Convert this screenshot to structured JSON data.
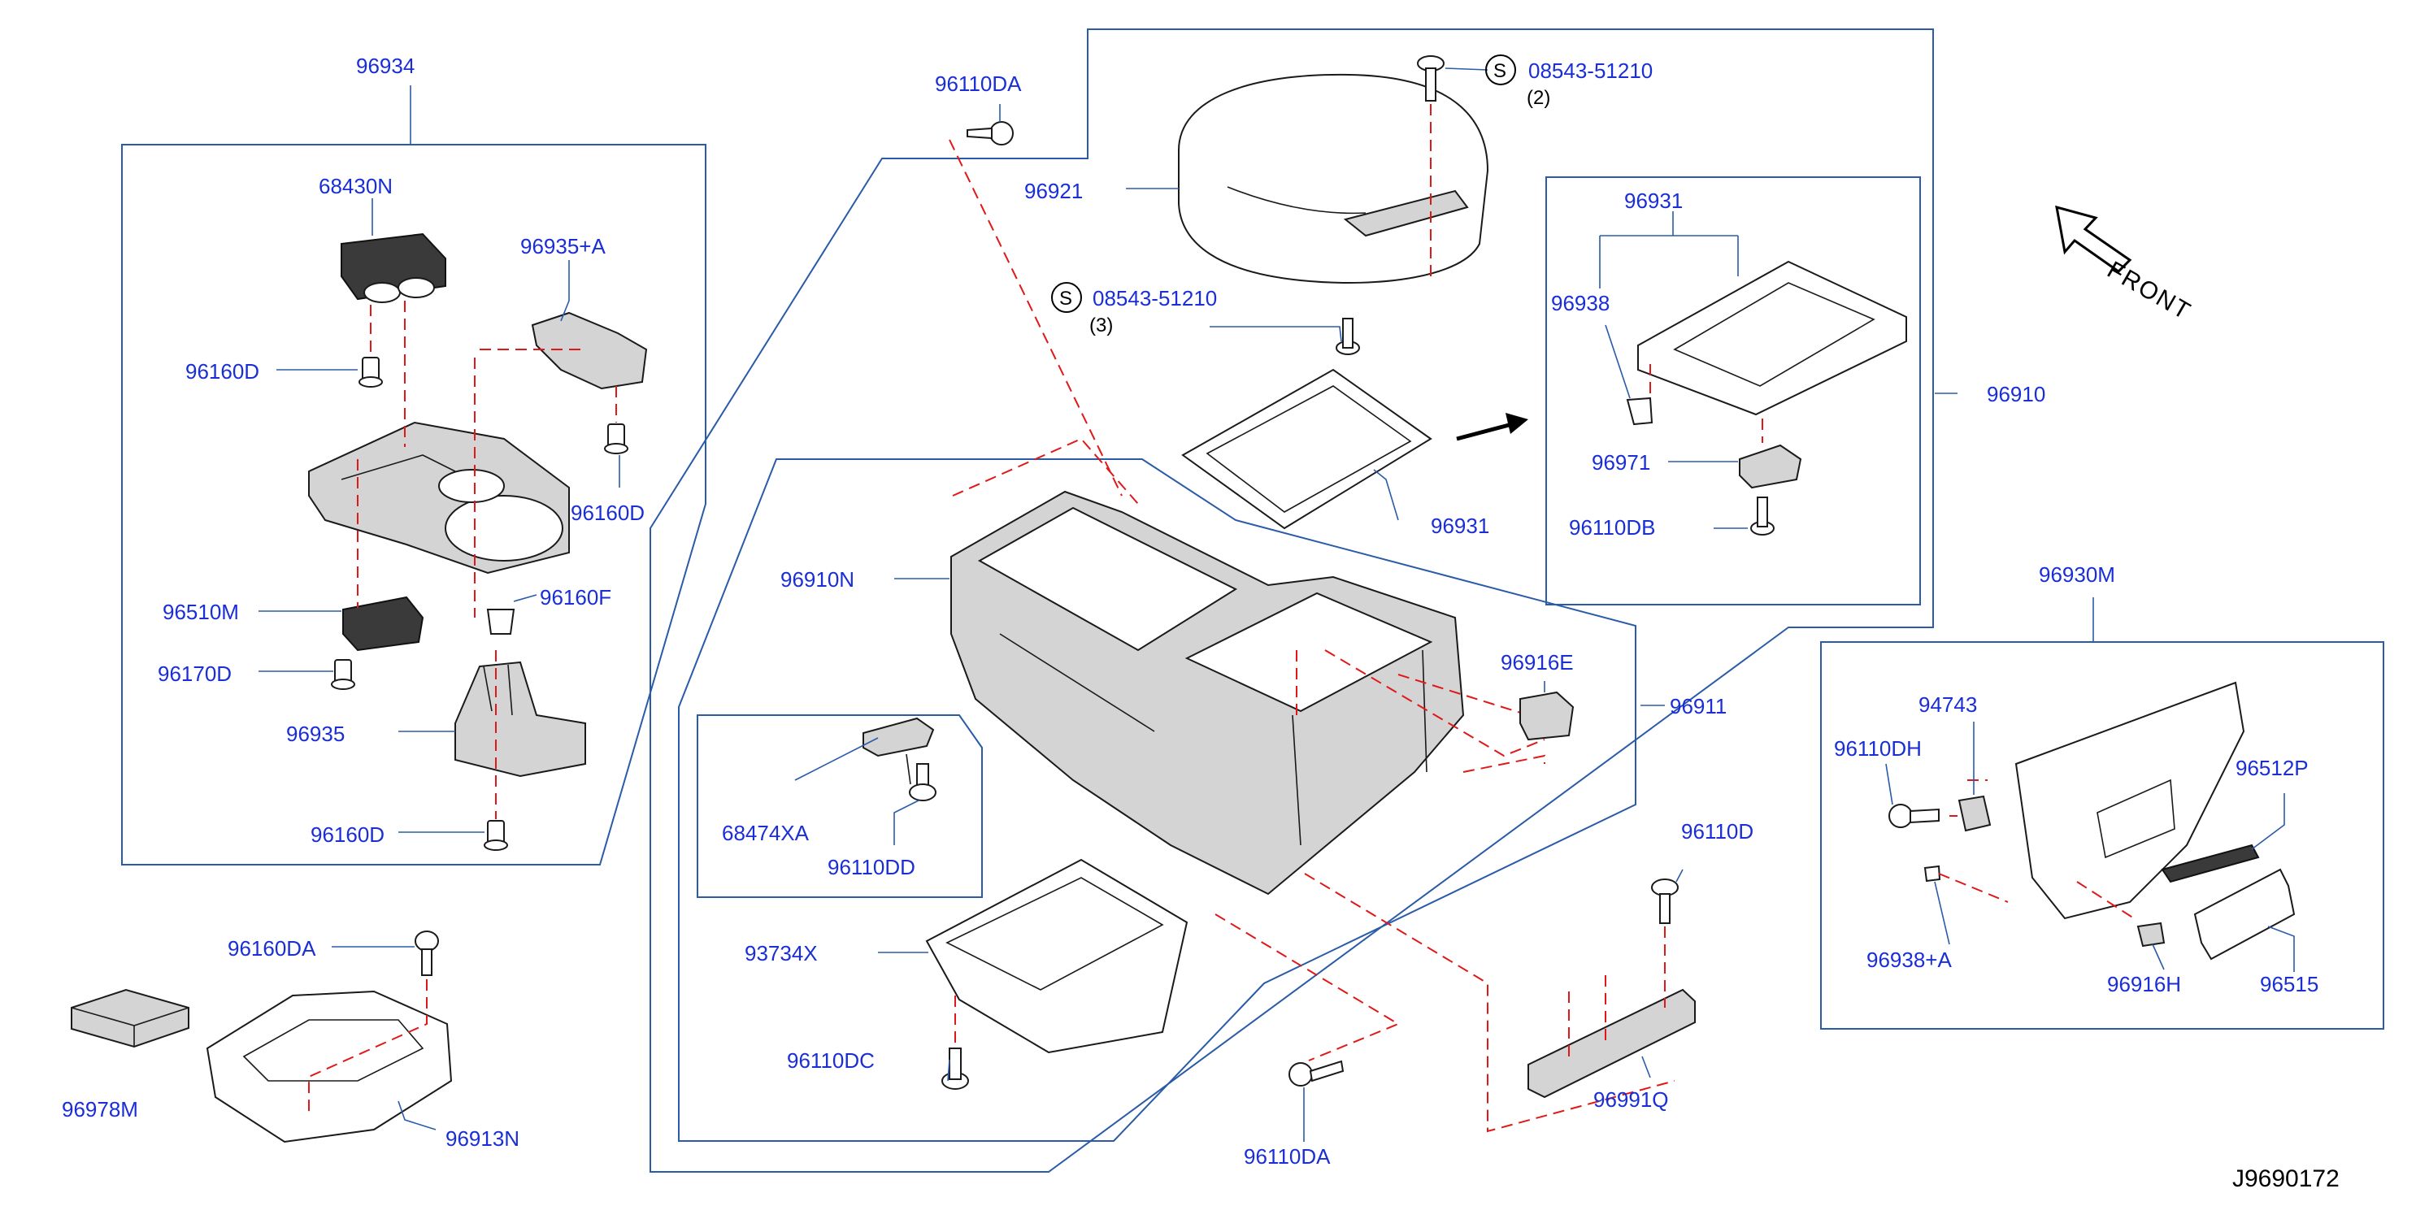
{
  "diagram_code": "J9690172",
  "front_label": "FRONT",
  "labels": {
    "l96934": "96934",
    "l68430N": "68430N",
    "l96935A": "96935+A",
    "l96160D_a": "96160D",
    "l96160D_b": "96160D",
    "l96160D_c": "96160D",
    "l96510M": "96510M",
    "l96160F": "96160F",
    "l96170D": "96170D",
    "l96935": "96935",
    "l96110DA_a": "96110DA",
    "l96110DA_b": "96110DA",
    "l96921": "96921",
    "l08543_a": "08543-51210",
    "l08543_b": "08543-51210",
    "q2": "(2)",
    "q3": "(3)",
    "s1": "S",
    "s2": "S",
    "l96931_a": "96931",
    "l96931_b": "96931",
    "l96938": "96938",
    "l96971": "96971",
    "l96110DB": "96110DB",
    "l96910": "96910",
    "l96910N": "96910N",
    "l96916E": "96916E",
    "l96911": "96911",
    "l68474XA": "68474XA",
    "l96110DD": "96110DD",
    "l93734X": "93734X",
    "l96110DC": "96110DC",
    "l96110D": "96110D",
    "l96991Q": "96991Q",
    "l96930M": "96930M",
    "l94743": "94743",
    "l96110DH": "96110DH",
    "l96512P": "96512P",
    "l96938A": "96938+A",
    "l96916H": "96916H",
    "l96515": "96515",
    "l96160DA": "96160DA",
    "l96978M": "96978M",
    "l96913N": "96913N"
  }
}
